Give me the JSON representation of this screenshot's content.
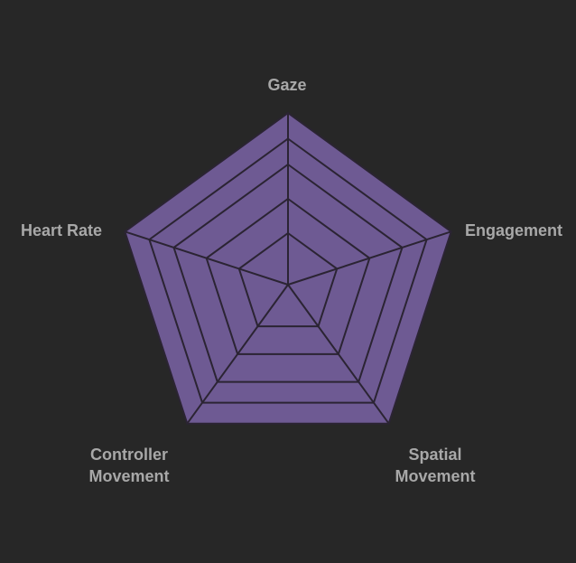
{
  "chart_data": {
    "type": "radar",
    "title": "",
    "axes": [
      {
        "label_lines": [
          "Gaze"
        ]
      },
      {
        "label_lines": [
          "Engagement"
        ]
      },
      {
        "label_lines": [
          "Spatial",
          "Movement"
        ]
      },
      {
        "label_lines": [
          "Controller",
          "Movement"
        ]
      },
      {
        "label_lines": [
          "Heart Rate"
        ]
      }
    ],
    "rings": [
      0.3,
      0.5,
      0.7,
      0.85,
      1.0
    ],
    "series": [
      {
        "values": [
          1,
          1,
          1,
          1,
          1
        ]
      }
    ],
    "range": [
      0,
      1
    ],
    "grid": true,
    "colors": {
      "background": "#272727",
      "fill": "#6e5a93",
      "grid_line": "#2b2433",
      "label": "#a8a8a8"
    }
  }
}
